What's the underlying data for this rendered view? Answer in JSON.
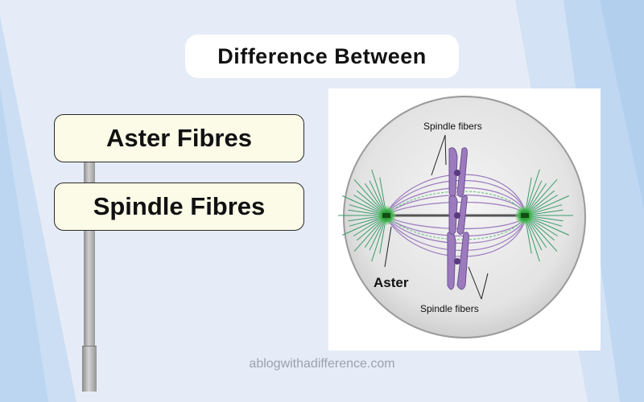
{
  "title": "Difference Between",
  "signs": [
    "Aster Fibres",
    "Spindle Fibres"
  ],
  "figure": {
    "label_top": "Spindle fibers",
    "label_bottom": "Spindle fibers",
    "label_aster": "Aster"
  },
  "watermark": "ablogwithadifference.com",
  "colors": {
    "background": "#e6ecf7",
    "stripe": "#c3d9f2",
    "sign_fill": "#fbfbe8",
    "chromosome": "#9b7bbd",
    "fiber": "#3a9a6a",
    "pole": "#3db34a"
  }
}
